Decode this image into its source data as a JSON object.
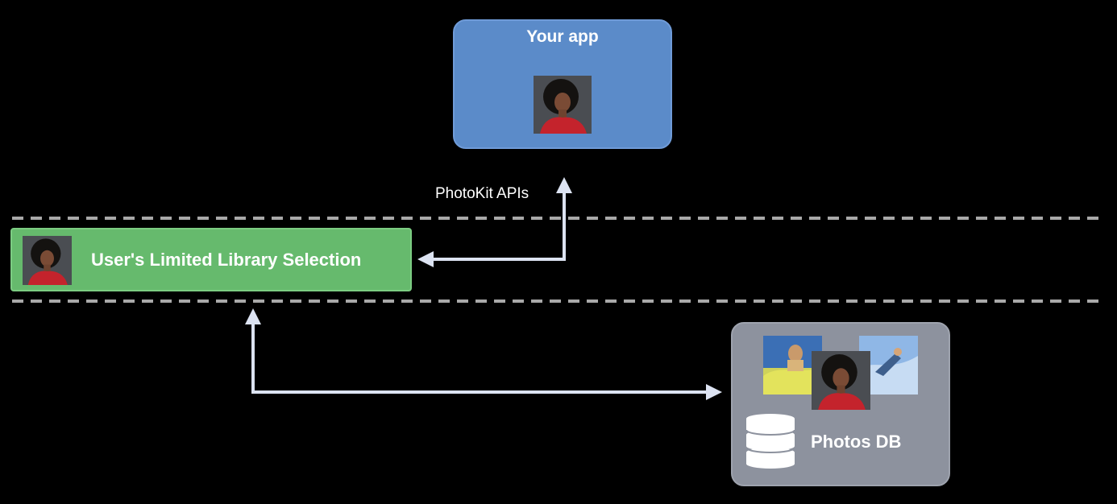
{
  "nodes": {
    "app": {
      "title": "Your app",
      "color": "#5b8bc9"
    },
    "selection": {
      "label": "User's Limited Library Selection",
      "color": "#66ba6d"
    },
    "database": {
      "label": "Photos DB",
      "color": "#8d929e"
    }
  },
  "edges": {
    "photokit": {
      "label": "PhotoKit APIs"
    }
  },
  "icons": [
    "portrait-photo-icon",
    "database-icon",
    "arrow-icon"
  ],
  "colors": {
    "background": "#000000",
    "arrow": "#dce3f2",
    "divider": "#a9a9a9"
  }
}
